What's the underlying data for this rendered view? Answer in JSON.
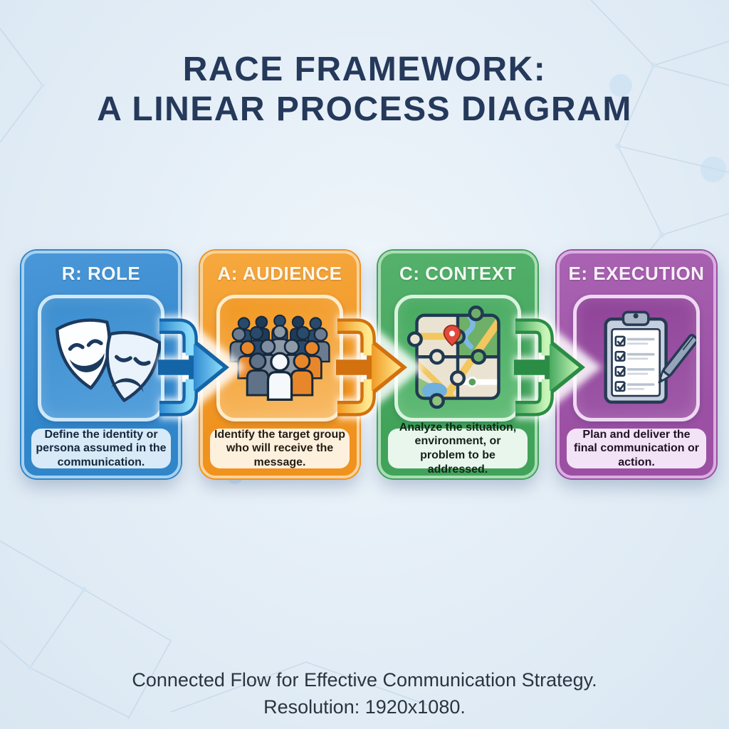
{
  "theme": {
    "background": "#e3edf6",
    "title_color": "#25395b",
    "footer_text_color": "#2b3440",
    "plexus_line_color": "#b7cde1"
  },
  "title": {
    "line1": "RACE FRAMEWORK:",
    "line2": "A LINEAR PROCESS DIAGRAM"
  },
  "steps": [
    {
      "header": "R: ROLE",
      "description": "Define the identity or persona assumed in the communication.",
      "icon": "theater-masks-icon",
      "colors": {
        "body": "#3186ca",
        "body_light": "#4a97d8",
        "border_light": "#a6d2ef",
        "panel_border": "#cfe8f9",
        "panel_top": "#3c8ecf",
        "panel_bottom": "#55a0dc",
        "desc_bg": "#d8eaf8",
        "desc_text": "#14273c",
        "header_text": "#f2f8fd"
      }
    },
    {
      "header": "A: AUDIENCE",
      "description": "Identify the target group who will receive the message.",
      "icon": "crowd-icon",
      "colors": {
        "body": "#f0921e",
        "body_light": "#f6a93f",
        "border_light": "#f8d29b",
        "panel_border": "#fdeccb",
        "panel_top": "#f1961f",
        "panel_bottom": "#f8bc69",
        "desc_bg": "#fdf0dd",
        "desc_text": "#241c12",
        "header_text": "#fdf6ec"
      }
    },
    {
      "header": "C: CONTEXT",
      "description": "Analyze the situation, environment, or problem to be addressed.",
      "icon": "map-puzzle-icon",
      "colors": {
        "body": "#41a35a",
        "body_light": "#55b16c",
        "border_light": "#aadcb6",
        "panel_border": "#d9f3de",
        "panel_top": "#47a960",
        "panel_bottom": "#63bd78",
        "desc_bg": "#e9f6ec",
        "desc_text": "#12241a",
        "header_text": "#f0faf2"
      }
    },
    {
      "header": "E: EXECUTION",
      "description": "Plan and deliver the final communication or action.",
      "icon": "clipboard-checklist-icon",
      "colors": {
        "body": "#9b50a4",
        "body_light": "#aa63b2",
        "border_light": "#d9b0df",
        "panel_border": "#efd9f2",
        "panel_top": "#8f4398",
        "panel_bottom": "#a05aa9",
        "desc_bg": "#f3e3f6",
        "desc_text": "#201226",
        "header_text": "#f9f0fa"
      }
    }
  ],
  "arrows": [
    {
      "name": "arrow-role-to-audience",
      "colors": {
        "outline": "#1465a8",
        "fill_start": "#2f8bd2",
        "fill_end": "#8fdcf9"
      }
    },
    {
      "name": "arrow-audience-to-context",
      "colors": {
        "outline": "#d2710e",
        "fill_start": "#f09b24",
        "fill_end": "#ffe98e"
      }
    },
    {
      "name": "arrow-context-to-execution",
      "colors": {
        "outline": "#2a8c45",
        "fill_start": "#46a95f",
        "fill_end": "#c9f6b8"
      }
    }
  ],
  "footer": {
    "line1": "Connected Flow for Effective Communication Strategy.",
    "line2": "Resolution: 1920x1080."
  }
}
